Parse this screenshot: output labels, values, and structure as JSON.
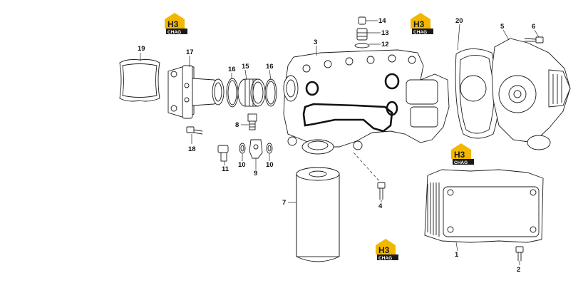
{
  "brand": {
    "mark": "H3",
    "name": "CHAG",
    "colors": {
      "yellow": "#f2b800",
      "dark": "#1a1a1a"
    }
  },
  "callouts": [
    "1",
    "2",
    "3",
    "4",
    "5",
    "6",
    "7",
    "8",
    "9",
    "10",
    "10",
    "11",
    "12",
    "13",
    "14",
    "15",
    "16",
    "16",
    "17",
    "18",
    "19",
    "20"
  ],
  "colors": {
    "line": "#1a1a1a",
    "background": "#ffffff"
  }
}
